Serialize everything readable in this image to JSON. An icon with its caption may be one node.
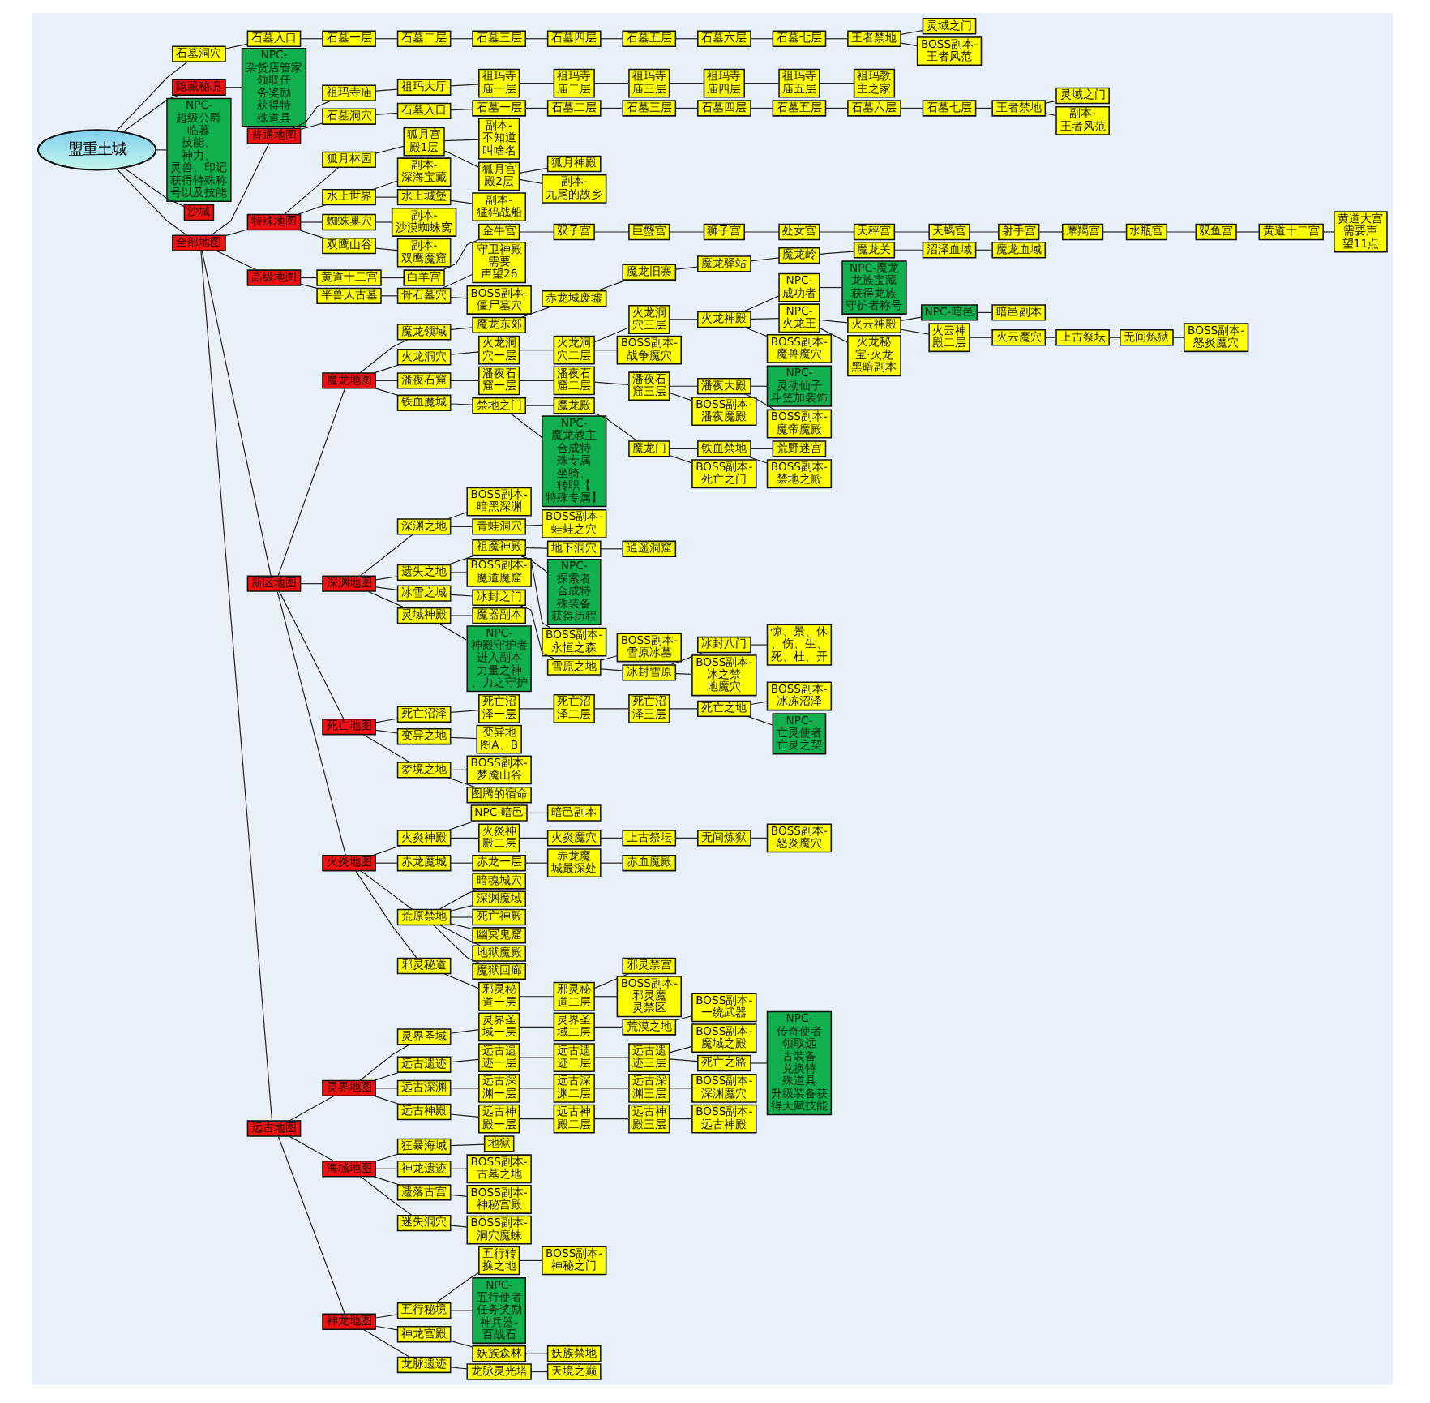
{
  "diagram": {
    "nodes": [
      {
        "text": [
          "盟重土城"
        ]
      },
      {
        "text": [
          "石墓洞穴"
        ]
      },
      {
        "text": [
          "石墓入口"
        ]
      },
      {
        "text": [
          "石墓一层"
        ]
      },
      {
        "text": [
          "石墓二层"
        ]
      },
      {
        "text": [
          "石墓三层"
        ]
      },
      {
        "text": [
          "石墓四层"
        ]
      },
      {
        "text": [
          "石墓五层"
        ]
      },
      {
        "text": [
          "石墓六层"
        ]
      },
      {
        "text": [
          "石墓七层"
        ]
      },
      {
        "text": [
          "王者禁地"
        ]
      },
      {
        "text": [
          "灵域之门"
        ]
      },
      {
        "text": [
          "BOSS副本-王者风范"
        ]
      },
      {
        "text": [
          "隐藏秘境"
        ]
      },
      {
        "text": [
          "NPC-杂货店管家",
          "领取任务奖励",
          "获得特殊道具"
        ]
      },
      {
        "text": [
          "NPC-超级公爵",
          "临暮",
          "技能、神力、灵兽、印记",
          "获得特殊称号以及技能"
        ]
      },
      {
        "text": [
          "沙城"
        ]
      },
      {
        "text": [
          "全部地图"
        ]
      },
      {
        "text": [
          "普通地图"
        ]
      },
      {
        "text": [
          "祖玛寺庙"
        ]
      },
      {
        "text": [
          "祖玛大厅"
        ]
      },
      {
        "text": [
          "祖玛寺庙一层"
        ]
      },
      {
        "text": [
          "祖玛寺庙二层"
        ]
      },
      {
        "text": [
          "祖玛寺庙三层"
        ]
      },
      {
        "text": [
          "祖玛寺庙四层"
        ]
      },
      {
        "text": [
          "祖玛寺庙五层"
        ]
      },
      {
        "text": [
          "祖玛教主之家"
        ]
      },
      {
        "text": [
          "石墓洞穴"
        ]
      },
      {
        "text": [
          "石墓入口"
        ]
      },
      {
        "text": [
          "石墓一层"
        ]
      },
      {
        "text": [
          "石墓二层"
        ]
      },
      {
        "text": [
          "石墓三层"
        ]
      },
      {
        "text": [
          "石墓四层"
        ]
      },
      {
        "text": [
          "石墓五层"
        ]
      },
      {
        "text": [
          "石墓六层"
        ]
      },
      {
        "text": [
          "石墓七层"
        ]
      },
      {
        "text": [
          "王者禁地"
        ]
      },
      {
        "text": [
          "灵域之门"
        ]
      },
      {
        "text": [
          "副本-王者风范"
        ]
      },
      {
        "text": [
          "特殊地图"
        ]
      },
      {
        "text": [
          "狐月林园"
        ]
      },
      {
        "text": [
          "狐月宫殿1层"
        ]
      },
      {
        "text": [
          "副本-不知道叫啥名"
        ]
      },
      {
        "text": [
          "狐月宫殿2层"
        ]
      },
      {
        "text": [
          "狐月神殿"
        ]
      },
      {
        "text": [
          "副本-九尾的故乡"
        ]
      },
      {
        "text": [
          "水上世界"
        ]
      },
      {
        "text": [
          "副本-深海宝藏"
        ]
      },
      {
        "text": [
          "水上城堡"
        ]
      },
      {
        "text": [
          "副本-猛犸战船"
        ]
      },
      {
        "text": [
          "蜘蛛巢穴"
        ]
      },
      {
        "text": [
          "副本-沙漠蜘蛛窝"
        ]
      },
      {
        "text": [
          "双鹰山谷"
        ]
      },
      {
        "text": [
          "副本-双鹰魔窟"
        ]
      },
      {
        "text": [
          "高级地图"
        ]
      },
      {
        "text": [
          "黄道十二宫"
        ]
      },
      {
        "text": [
          "白羊宫"
        ]
      },
      {
        "text": [
          "金牛宫"
        ]
      },
      {
        "text": [
          "双子宫"
        ]
      },
      {
        "text": [
          "巨蟹宫"
        ]
      },
      {
        "text": [
          "狮子宫"
        ]
      },
      {
        "text": [
          "处女宫"
        ]
      },
      {
        "text": [
          "天秤宫"
        ]
      },
      {
        "text": [
          "天蝎宫"
        ]
      },
      {
        "text": [
          "射手宫"
        ]
      },
      {
        "text": [
          "摩羯宫"
        ]
      },
      {
        "text": [
          "水瓶宫"
        ]
      },
      {
        "text": [
          "双鱼宫"
        ]
      },
      {
        "text": [
          "黄道十二宫"
        ]
      },
      {
        "text": [
          "黄道大宫",
          "需要声望11点"
        ]
      },
      {
        "text": [
          "半兽人古墓"
        ]
      },
      {
        "text": [
          "骨石墓穴"
        ]
      },
      {
        "text": [
          "守卫神殿",
          "需要声望26"
        ]
      },
      {
        "text": [
          "BOSS副本-僵尸墓穴"
        ]
      },
      {
        "text": [
          "新区地图"
        ]
      },
      {
        "text": [
          "魔龙地图"
        ]
      },
      {
        "text": [
          "魔龙领域"
        ]
      },
      {
        "text": [
          "魔龙东郊"
        ]
      },
      {
        "text": [
          "赤龙城废墟"
        ]
      },
      {
        "text": [
          "魔龙旧寨"
        ]
      },
      {
        "text": [
          "魔龙驿站"
        ]
      },
      {
        "text": [
          "魔龙岭"
        ]
      },
      {
        "text": [
          "魔龙关"
        ]
      },
      {
        "text": [
          "沼泽血域"
        ]
      },
      {
        "text": [
          "魔龙血域"
        ]
      },
      {
        "text": [
          "火龙洞穴"
        ]
      },
      {
        "text": [
          "火龙洞穴一层"
        ]
      },
      {
        "text": [
          "火龙洞穴二层"
        ]
      },
      {
        "text": [
          "火龙洞穴三层"
        ]
      },
      {
        "text": [
          "火龙神殿"
        ]
      },
      {
        "text": [
          "NPC-成功者"
        ]
      },
      {
        "text": [
          "NPC-魔龙",
          "龙族宝藏",
          "获得龙族守护者称号"
        ]
      },
      {
        "text": [
          "NPC-火龙王"
        ]
      },
      {
        "text": [
          "火云神殿"
        ]
      },
      {
        "text": [
          "NPC-暗邑"
        ]
      },
      {
        "text": [
          "暗邑副本"
        ]
      },
      {
        "text": [
          "火云神殿二层"
        ]
      },
      {
        "text": [
          "火云魔穴"
        ]
      },
      {
        "text": [
          "上古祭坛"
        ]
      },
      {
        "text": [
          "无间炼狱"
        ]
      },
      {
        "text": [
          "BOSS副本-怒炎魔穴"
        ]
      },
      {
        "text": [
          "火龙秘宝·火龙黑暗副本"
        ]
      },
      {
        "text": [
          "BOSS副本-魔兽魔穴"
        ]
      },
      {
        "text": [
          "BOSS副本-战争魔穴"
        ]
      },
      {
        "text": [
          "潘夜石窟"
        ]
      },
      {
        "text": [
          "潘夜石窟一层"
        ]
      },
      {
        "text": [
          "潘夜石窟二层"
        ]
      },
      {
        "text": [
          "潘夜石窟三层"
        ]
      },
      {
        "text": [
          "潘夜大殿"
        ]
      },
      {
        "text": [
          "NPC-灵动仙子",
          "斗笠加装饰"
        ]
      },
      {
        "text": [
          "BOSS副本-魔帝魔殿"
        ]
      },
      {
        "text": [
          "BOSS副本-潘夜魔殿"
        ]
      },
      {
        "text": [
          "铁血魔城"
        ]
      },
      {
        "text": [
          "禁地之门"
        ]
      },
      {
        "text": [
          "魔龙殿"
        ]
      },
      {
        "text": [
          "魔龙门"
        ]
      },
      {
        "text": [
          "铁血禁地"
        ]
      },
      {
        "text": [
          "荒野迷宫"
        ]
      },
      {
        "text": [
          "BOSS副本-禁地之殿"
        ]
      },
      {
        "text": [
          "BOSS副本-死亡之门"
        ]
      },
      {
        "text": [
          "NPC-魔龙教主",
          "合成特殊专属",
          "坐骑、转职【特殊专属】"
        ]
      },
      {
        "text": [
          "深渊地图"
        ]
      },
      {
        "text": [
          "深渊之地"
        ]
      },
      {
        "text": [
          "BOSS副本-暗黑深渊"
        ]
      },
      {
        "text": [
          "青蛙洞穴"
        ]
      },
      {
        "text": [
          "BOSS副本-蛙蛙之穴"
        ]
      },
      {
        "text": [
          "遗失之地"
        ]
      },
      {
        "text": [
          "祖魔神殿"
        ]
      },
      {
        "text": [
          "地下洞穴"
        ]
      },
      {
        "text": [
          "逍遥洞窟"
        ]
      },
      {
        "text": [
          "NPC-探索者",
          "合成特殊装备",
          "获得历程"
        ]
      },
      {
        "text": [
          "BOSS副本-永恒之森"
        ]
      },
      {
        "text": [
          "BOSS副本-魔道魔窟"
        ]
      },
      {
        "text": [
          "冰雪之城"
        ]
      },
      {
        "text": [
          "冰封之门"
        ]
      },
      {
        "text": [
          "雪原之地"
        ]
      },
      {
        "text": [
          "BOSS副本-雪原冰墓"
        ]
      },
      {
        "text": [
          "冰封雪原"
        ]
      },
      {
        "text": [
          "冰封八门"
        ]
      },
      {
        "text": [
          "惊、景、休、伤、生、死、杜、开"
        ]
      },
      {
        "text": [
          "BOSS副本-冰之禁地魔穴"
        ]
      },
      {
        "text": [
          "灵域神殿"
        ]
      },
      {
        "text": [
          "魔器副本"
        ]
      },
      {
        "text": [
          "NPC-神殿守护者",
          "进入副本",
          "力量之神、力之守护"
        ]
      },
      {
        "text": [
          "死亡地图"
        ]
      },
      {
        "text": [
          "死亡沼泽"
        ]
      },
      {
        "text": [
          "死亡沼泽一层"
        ]
      },
      {
        "text": [
          "死亡沼泽二层"
        ]
      },
      {
        "text": [
          "死亡沼泽三层"
        ]
      },
      {
        "text": [
          "死亡之地"
        ]
      },
      {
        "text": [
          "BOSS副本-冰冻沼泽"
        ]
      },
      {
        "text": [
          "NPC-亡灵使者",
          "亡灵之契"
        ]
      },
      {
        "text": [
          "变异之地"
        ]
      },
      {
        "text": [
          "变异地图A、B"
        ]
      },
      {
        "text": [
          "梦境之地"
        ]
      },
      {
        "text": [
          "BOSS副本-梦魇山谷"
        ]
      },
      {
        "text": [
          "图腾的宿命"
        ]
      },
      {
        "text": [
          "火炎地图"
        ]
      },
      {
        "text": [
          "火炎神殿"
        ]
      },
      {
        "text": [
          "NPC-暗邑"
        ]
      },
      {
        "text": [
          "暗邑副本"
        ]
      },
      {
        "text": [
          "火炎神殿二层"
        ]
      },
      {
        "text": [
          "火炎魔穴"
        ]
      },
      {
        "text": [
          "上古祭坛"
        ]
      },
      {
        "text": [
          "无间炼狱"
        ]
      },
      {
        "text": [
          "BOSS副本-怒炎魔穴"
        ]
      },
      {
        "text": [
          "赤龙魔城"
        ]
      },
      {
        "text": [
          "赤龙一层"
        ]
      },
      {
        "text": [
          "赤龙魔城最深处"
        ]
      },
      {
        "text": [
          "赤血魔殿"
        ]
      },
      {
        "text": [
          "荒原禁地"
        ]
      },
      {
        "text": [
          "暗魂城穴"
        ]
      },
      {
        "text": [
          "深渊魔域"
        ]
      },
      {
        "text": [
          "死亡神殿"
        ]
      },
      {
        "text": [
          "幽冥鬼窟"
        ]
      },
      {
        "text": [
          "地狱魔殿"
        ]
      },
      {
        "text": [
          "魔狱回廊"
        ]
      },
      {
        "text": [
          "邪灵秘道"
        ]
      },
      {
        "text": [
          "邪灵秘道一层"
        ]
      },
      {
        "text": [
          "邪灵秘道二层"
        ]
      },
      {
        "text": [
          "邪灵禁宫"
        ]
      },
      {
        "text": [
          "BOSS副本-邪灵魔灵禁区"
        ]
      },
      {
        "text": [
          "远古地图"
        ]
      },
      {
        "text": [
          "灵界地图"
        ]
      },
      {
        "text": [
          "灵界圣域"
        ]
      },
      {
        "text": [
          "灵界圣域一层"
        ]
      },
      {
        "text": [
          "灵界圣域二层"
        ]
      },
      {
        "text": [
          "荒漠之地"
        ]
      },
      {
        "text": [
          "BOSS副本-一统武器"
        ]
      },
      {
        "text": [
          "远古遗迹"
        ]
      },
      {
        "text": [
          "远古遗迹一层"
        ]
      },
      {
        "text": [
          "远古遗迹二层"
        ]
      },
      {
        "text": [
          "远古遗迹三层"
        ]
      },
      {
        "text": [
          "BOSS副本-魔域之殿"
        ]
      },
      {
        "text": [
          "死亡之路"
        ]
      },
      {
        "text": [
          "NPC-传奇使者",
          "领取远古装备",
          "兑换特殊道具",
          "升级装备获得天赋技能"
        ]
      },
      {
        "text": [
          "远古深渊"
        ]
      },
      {
        "text": [
          "远古深渊一层"
        ]
      },
      {
        "text": [
          "远古深渊二层"
        ]
      },
      {
        "text": [
          "远古深渊三层"
        ]
      },
      {
        "text": [
          "BOSS副本-深渊魔穴"
        ]
      },
      {
        "text": [
          "远古神殿"
        ]
      },
      {
        "text": [
          "远古神殿一层"
        ]
      },
      {
        "text": [
          "远古神殿二层"
        ]
      },
      {
        "text": [
          "远古神殿三层"
        ]
      },
      {
        "text": [
          "BOSS副本-远古神殿"
        ]
      },
      {
        "text": [
          "海域地图"
        ]
      },
      {
        "text": [
          "狂暴海域"
        ]
      },
      {
        "text": [
          "地狱"
        ]
      },
      {
        "text": [
          "神龙遗迹"
        ]
      },
      {
        "text": [
          "BOSS副本-古墓之地"
        ]
      },
      {
        "text": [
          "遗落古宫"
        ]
      },
      {
        "text": [
          "BOSS副本-神秘宫殿"
        ]
      },
      {
        "text": [
          "迷失洞穴"
        ]
      },
      {
        "text": [
          "BOSS副本-洞穴魔蛛"
        ]
      },
      {
        "text": [
          "神龙地图"
        ]
      },
      {
        "text": [
          "五行秘境"
        ]
      },
      {
        "text": [
          "五行转换之地"
        ]
      },
      {
        "text": [
          "BOSS副本-神秘之门"
        ]
      },
      {
        "text": [
          "NPC-五行使者",
          "任务奖励",
          "神兵器-百战石"
        ]
      },
      {
        "text": [
          "神龙宫殿"
        ]
      },
      {
        "text": [
          "妖族森林"
        ]
      },
      {
        "text": [
          "妖族禁地"
        ]
      },
      {
        "text": [
          "龙脉遗迹"
        ]
      },
      {
        "text": [
          "龙脉灵光塔"
        ]
      },
      {
        "text": [
          "天境之巅"
        ]
      }
    ],
    "edges": [
      {
        "from": 0,
        "to": 1,
        "arrow": "none"
      },
      {
        "from": 1,
        "to": 2,
        "arrow": "none"
      },
      {
        "from": 2,
        "to": 3,
        "arrow": "none"
      },
      {
        "from": 3,
        "to": 4,
        "arrow": "none"
      },
      {
        "from": 4,
        "to": 5,
        "arrow": "none"
      },
      {
        "from": 5,
        "to": 6,
        "arrow": "none"
      },
      {
        "from": 6,
        "to": 7,
        "arrow": "none"
      },
      {
        "from": 7,
        "to": 8,
        "arrow": "none"
      },
      {
        "from": 8,
        "to": 9,
        "arrow": "none"
      },
      {
        "from": 9,
        "to": 10,
        "arrow": "none"
      },
      {
        "from": 10,
        "to": 11,
        "arrow": "none"
      },
      {
        "from": 10,
        "to": 12,
        "arrow": "none"
      },
      {
        "from": 0,
        "to": 13,
        "arrow": "none"
      },
      {
        "from": 13,
        "to": 14,
        "arrow": "none"
      },
      {
        "from": 0,
        "to": 15,
        "arrow": "none"
      },
      {
        "from": 0,
        "to": 16,
        "arrow": "none"
      },
      {
        "from": 0,
        "to": 17,
        "arrow": "none"
      },
      {
        "from": 17,
        "to": 18,
        "arrow": "none"
      },
      {
        "from": 18,
        "to": 19,
        "arrow": "none"
      },
      {
        "from": 19,
        "to": 20,
        "arrow": "none"
      },
      {
        "from": 20,
        "to": 21,
        "arrow": "none"
      },
      {
        "from": 21,
        "to": 22,
        "arrow": "none"
      },
      {
        "from": 22,
        "to": 23,
        "arrow": "none"
      },
      {
        "from": 23,
        "to": 24,
        "arrow": "none"
      },
      {
        "from": 24,
        "to": 25,
        "arrow": "none"
      },
      {
        "from": 25,
        "to": 26,
        "arrow": "none"
      },
      {
        "from": 18,
        "to": 27,
        "arrow": "none"
      },
      {
        "from": 27,
        "to": 28,
        "arrow": "none"
      },
      {
        "from": 28,
        "to": 29,
        "arrow": "none"
      },
      {
        "from": 29,
        "to": 30,
        "arrow": "none"
      },
      {
        "from": 30,
        "to": 31,
        "arrow": "none"
      },
      {
        "from": 31,
        "to": 32,
        "arrow": "none"
      },
      {
        "from": 32,
        "to": 33,
        "arrow": "none"
      },
      {
        "from": 33,
        "to": 34,
        "arrow": "none"
      },
      {
        "from": 34,
        "to": 35,
        "arrow": "none"
      },
      {
        "from": 35,
        "to": 36,
        "arrow": "none"
      },
      {
        "from": 36,
        "to": 37,
        "arrow": "none"
      },
      {
        "from": 36,
        "to": 38,
        "arrow": "none"
      },
      {
        "from": 17,
        "to": 39,
        "arrow": "none"
      },
      {
        "from": 39,
        "to": 40,
        "arrow": "none"
      },
      {
        "from": 40,
        "to": 41,
        "arrow": "none"
      },
      {
        "from": 41,
        "to": 42,
        "arrow": "none"
      },
      {
        "from": 41,
        "to": 43,
        "arrow": "none"
      },
      {
        "from": 43,
        "to": 44,
        "arrow": "none"
      },
      {
        "from": 43,
        "to": 45,
        "arrow": "none"
      },
      {
        "from": 39,
        "to": 46,
        "arrow": "none"
      },
      {
        "from": 46,
        "to": 47,
        "arrow": "none"
      },
      {
        "from": 46,
        "to": 48,
        "arrow": "none"
      },
      {
        "from": 48,
        "to": 49,
        "arrow": "none"
      },
      {
        "from": 39,
        "to": 50,
        "arrow": "none"
      },
      {
        "from": 50,
        "to": 51,
        "arrow": "none"
      },
      {
        "from": 39,
        "to": 52,
        "arrow": "none"
      },
      {
        "from": 52,
        "to": 53,
        "arrow": "none"
      },
      {
        "from": 17,
        "to": 54,
        "arrow": "none"
      },
      {
        "from": 54,
        "to": 55,
        "arrow": "none"
      },
      {
        "from": 55,
        "to": 56,
        "arrow": "none"
      },
      {
        "from": 56,
        "to": 57,
        "arrow": "none"
      },
      {
        "from": 57,
        "to": 58,
        "arrow": "none"
      },
      {
        "from": 58,
        "to": 59,
        "arrow": "none"
      },
      {
        "from": 59,
        "to": 60,
        "arrow": "none"
      },
      {
        "from": 60,
        "to": 61,
        "arrow": "none"
      },
      {
        "from": 61,
        "to": 62,
        "arrow": "none"
      },
      {
        "from": 62,
        "to": 63,
        "arrow": "none"
      },
      {
        "from": 63,
        "to": 64,
        "arrow": "none"
      },
      {
        "from": 64,
        "to": 65,
        "arrow": "none"
      },
      {
        "from": 65,
        "to": 66,
        "arrow": "none"
      },
      {
        "from": 66,
        "to": 67,
        "arrow": "none"
      },
      {
        "from": 67,
        "to": 68,
        "arrow": "none"
      },
      {
        "from": 68,
        "to": 69,
        "arrow": "none"
      },
      {
        "from": 54,
        "to": 70,
        "arrow": "none"
      },
      {
        "from": 70,
        "to": 71,
        "arrow": "none"
      },
      {
        "from": 71,
        "to": 72,
        "arrow": "none"
      },
      {
        "from": 71,
        "to": 73,
        "arrow": "none"
      },
      {
        "from": 17,
        "to": 74,
        "arrow": "none"
      },
      {
        "from": 74,
        "to": 75,
        "arrow": "none"
      },
      {
        "from": 75,
        "to": 76,
        "arrow": "none"
      },
      {
        "from": 76,
        "to": 77,
        "arrow": "none"
      },
      {
        "from": 77,
        "to": 78,
        "arrow": "none"
      },
      {
        "from": 78,
        "to": 79,
        "arrow": "none"
      },
      {
        "from": 79,
        "to": 80,
        "arrow": "none"
      },
      {
        "from": 80,
        "to": 81,
        "arrow": "none"
      },
      {
        "from": 81,
        "to": 82,
        "arrow": "none"
      },
      {
        "from": 82,
        "to": 83,
        "arrow": "none"
      },
      {
        "from": 83,
        "to": 84,
        "arrow": "none"
      },
      {
        "from": 75,
        "to": 85,
        "arrow": "none"
      },
      {
        "from": 85,
        "to": 86,
        "arrow": "none"
      },
      {
        "from": 86,
        "to": 87,
        "arrow": "none"
      },
      {
        "from": 87,
        "to": 88,
        "arrow": "none"
      },
      {
        "from": 88,
        "to": 89,
        "arrow": "none"
      },
      {
        "from": 89,
        "to": 90,
        "arrow": "none"
      },
      {
        "from": 90,
        "to": 91,
        "arrow": "none"
      },
      {
        "from": 89,
        "to": 92,
        "arrow": "none"
      },
      {
        "from": 92,
        "to": 93,
        "arrow": "none"
      },
      {
        "from": 93,
        "to": 94,
        "arrow": "none"
      },
      {
        "from": 94,
        "to": 95,
        "arrow": "none"
      },
      {
        "from": 93,
        "to": 96,
        "arrow": "none"
      },
      {
        "from": 96,
        "to": 97,
        "arrow": "none"
      },
      {
        "from": 97,
        "to": 98,
        "arrow": "none"
      },
      {
        "from": 98,
        "to": 99,
        "arrow": "none"
      },
      {
        "from": 99,
        "to": 100,
        "arrow": "none"
      },
      {
        "from": 92,
        "to": 101,
        "arrow": "none"
      },
      {
        "from": 89,
        "to": 102,
        "arrow": "none"
      },
      {
        "from": 87,
        "to": 103,
        "arrow": "none"
      },
      {
        "from": 75,
        "to": 104,
        "arrow": "none"
      },
      {
        "from": 104,
        "to": 105,
        "arrow": "none"
      },
      {
        "from": 105,
        "to": 106,
        "arrow": "none"
      },
      {
        "from": 106,
        "to": 107,
        "arrow": "none"
      },
      {
        "from": 107,
        "to": 108,
        "arrow": "none"
      },
      {
        "from": 108,
        "to": 109,
        "arrow": "none"
      },
      {
        "from": 108,
        "to": 110,
        "arrow": "none"
      },
      {
        "from": 107,
        "to": 111,
        "arrow": "none"
      },
      {
        "from": 75,
        "to": 112,
        "arrow": "none"
      },
      {
        "from": 112,
        "to": 113,
        "arrow": "none"
      },
      {
        "from": 113,
        "to": 114,
        "arrow": "none"
      },
      {
        "from": 114,
        "to": 115,
        "arrow": "none"
      },
      {
        "from": 115,
        "to": 116,
        "arrow": "none"
      },
      {
        "from": 116,
        "to": 117,
        "arrow": "none"
      },
      {
        "from": 116,
        "to": 118,
        "arrow": "none"
      },
      {
        "from": 115,
        "to": 119,
        "arrow": "none"
      },
      {
        "from": 113,
        "to": 120,
        "arrow": "none"
      },
      {
        "from": 74,
        "to": 121,
        "arrow": "none"
      },
      {
        "from": 121,
        "to": 122,
        "arrow": "none"
      },
      {
        "from": 122,
        "to": 123,
        "arrow": "none"
      },
      {
        "from": 122,
        "to": 124,
        "arrow": "none"
      },
      {
        "from": 124,
        "to": 125,
        "arrow": "none"
      },
      {
        "from": 121,
        "to": 126,
        "arrow": "none"
      },
      {
        "from": 126,
        "to": 127,
        "arrow": "none"
      },
      {
        "from": 127,
        "to": 128,
        "arrow": "none"
      },
      {
        "from": 128,
        "to": 129,
        "arrow": "none"
      },
      {
        "from": 127,
        "to": 130,
        "arrow": "none"
      },
      {
        "from": 127,
        "to": 131,
        "arrow": "none"
      },
      {
        "from": 126,
        "to": 132,
        "arrow": "none"
      },
      {
        "from": 121,
        "to": 133,
        "arrow": "none"
      },
      {
        "from": 133,
        "to": 134,
        "arrow": "none"
      },
      {
        "from": 134,
        "to": 135,
        "arrow": "none"
      },
      {
        "from": 135,
        "to": 136,
        "arrow": "none"
      },
      {
        "from": 135,
        "to": 137,
        "arrow": "none"
      },
      {
        "from": 137,
        "to": 138,
        "arrow": "none"
      },
      {
        "from": 138,
        "to": 139,
        "arrow": "none"
      },
      {
        "from": 137,
        "to": 140,
        "arrow": "none"
      },
      {
        "from": 121,
        "to": 141,
        "arrow": "none"
      },
      {
        "from": 141,
        "to": 142,
        "arrow": "none"
      },
      {
        "from": 141,
        "to": 143,
        "arrow": "none"
      },
      {
        "from": 74,
        "to": 144,
        "arrow": "none"
      },
      {
        "from": 144,
        "to": 145,
        "arrow": "none"
      },
      {
        "from": 145,
        "to": 146,
        "arrow": "none"
      },
      {
        "from": 146,
        "to": 147,
        "arrow": "none"
      },
      {
        "from": 147,
        "to": 148,
        "arrow": "none"
      },
      {
        "from": 148,
        "to": 149,
        "arrow": "none"
      },
      {
        "from": 149,
        "to": 150,
        "arrow": "none"
      },
      {
        "from": 149,
        "to": 151,
        "arrow": "none"
      },
      {
        "from": 144,
        "to": 152,
        "arrow": "none"
      },
      {
        "from": 152,
        "to": 153,
        "arrow": "none"
      },
      {
        "from": 144,
        "to": 154,
        "arrow": "none"
      },
      {
        "from": 154,
        "to": 155,
        "arrow": "none"
      },
      {
        "from": 154,
        "to": 156,
        "arrow": "none"
      },
      {
        "from": 74,
        "to": 157,
        "arrow": "none"
      },
      {
        "from": 157,
        "to": 158,
        "arrow": "none"
      },
      {
        "from": 158,
        "to": 159,
        "arrow": "none"
      },
      {
        "from": 159,
        "to": 160,
        "arrow": "none"
      },
      {
        "from": 158,
        "to": 161,
        "arrow": "none"
      },
      {
        "from": 161,
        "to": 162,
        "arrow": "none"
      },
      {
        "from": 162,
        "to": 163,
        "arrow": "none"
      },
      {
        "from": 163,
        "to": 164,
        "arrow": "none"
      },
      {
        "from": 164,
        "to": 165,
        "arrow": "none"
      },
      {
        "from": 157,
        "to": 166,
        "arrow": "none"
      },
      {
        "from": 166,
        "to": 167,
        "arrow": "none"
      },
      {
        "from": 167,
        "to": 168,
        "arrow": "none"
      },
      {
        "from": 168,
        "to": 169,
        "arrow": "none"
      },
      {
        "from": 157,
        "to": 170,
        "arrow": "none"
      },
      {
        "from": 170,
        "to": 171,
        "arrow": "none"
      },
      {
        "from": 170,
        "to": 172,
        "arrow": "none"
      },
      {
        "from": 170,
        "to": 173,
        "arrow": "none"
      },
      {
        "from": 170,
        "to": 174,
        "arrow": "none"
      },
      {
        "from": 170,
        "to": 175,
        "arrow": "none"
      },
      {
        "from": 170,
        "to": 176,
        "arrow": "none"
      },
      {
        "from": 157,
        "to": 177,
        "arrow": "none"
      },
      {
        "from": 177,
        "to": 178,
        "arrow": "none"
      },
      {
        "from": 178,
        "to": 179,
        "arrow": "none"
      },
      {
        "from": 179,
        "to": 180,
        "arrow": "none"
      },
      {
        "from": 179,
        "to": 181,
        "arrow": "none"
      },
      {
        "from": 17,
        "to": 182,
        "arrow": "none"
      },
      {
        "from": 182,
        "to": 183,
        "arrow": "none"
      },
      {
        "from": 183,
        "to": 184,
        "arrow": "none"
      },
      {
        "from": 184,
        "to": 185,
        "arrow": "none"
      },
      {
        "from": 185,
        "to": 186,
        "arrow": "none"
      },
      {
        "from": 186,
        "to": 187,
        "arrow": "none"
      },
      {
        "from": 187,
        "to": 188,
        "arrow": "none"
      },
      {
        "from": 183,
        "to": 189,
        "arrow": "none"
      },
      {
        "from": 189,
        "to": 190,
        "arrow": "none"
      },
      {
        "from": 190,
        "to": 191,
        "arrow": "none"
      },
      {
        "from": 191,
        "to": 192,
        "arrow": "none"
      },
      {
        "from": 192,
        "to": 193,
        "arrow": "none"
      },
      {
        "from": 192,
        "to": 194,
        "arrow": "none"
      },
      {
        "from": 194,
        "to": 195,
        "arrow": "none"
      },
      {
        "from": 183,
        "to": 196,
        "arrow": "none"
      },
      {
        "from": 196,
        "to": 197,
        "arrow": "none"
      },
      {
        "from": 197,
        "to": 198,
        "arrow": "none"
      },
      {
        "from": 198,
        "to": 199,
        "arrow": "none"
      },
      {
        "from": 199,
        "to": 200,
        "arrow": "none"
      },
      {
        "from": 183,
        "to": 201,
        "arrow": "none"
      },
      {
        "from": 201,
        "to": 202,
        "arrow": "none"
      },
      {
        "from": 202,
        "to": 203,
        "arrow": "none"
      },
      {
        "from": 203,
        "to": 204,
        "arrow": "none"
      },
      {
        "from": 204,
        "to": 205,
        "arrow": "none"
      },
      {
        "from": 182,
        "to": 206,
        "arrow": "none"
      },
      {
        "from": 206,
        "to": 207,
        "arrow": "none"
      },
      {
        "from": 207,
        "to": 208,
        "arrow": "none"
      },
      {
        "from": 206,
        "to": 209,
        "arrow": "none"
      },
      {
        "from": 209,
        "to": 210,
        "arrow": "none"
      },
      {
        "from": 206,
        "to": 211,
        "arrow": "none"
      },
      {
        "from": 211,
        "to": 212,
        "arrow": "none"
      },
      {
        "from": 206,
        "to": 213,
        "arrow": "none"
      },
      {
        "from": 213,
        "to": 214,
        "arrow": "none"
      },
      {
        "from": 182,
        "to": 215,
        "arrow": "none"
      },
      {
        "from": 215,
        "to": 216,
        "arrow": "none"
      },
      {
        "from": 216,
        "to": 217,
        "arrow": "none"
      },
      {
        "from": 217,
        "to": 218,
        "arrow": "none"
      },
      {
        "from": 216,
        "to": 219,
        "arrow": "none"
      },
      {
        "from": 215,
        "to": 220,
        "arrow": "none"
      },
      {
        "from": 220,
        "to": 221,
        "arrow": "none"
      },
      {
        "from": 221,
        "to": 222,
        "arrow": "none"
      },
      {
        "from": 215,
        "to": 223,
        "arrow": "none"
      },
      {
        "from": 223,
        "to": 224,
        "arrow": "none"
      },
      {
        "from": 224,
        "to": 225,
        "arrow": "none"
      }
    ]
  }
}
